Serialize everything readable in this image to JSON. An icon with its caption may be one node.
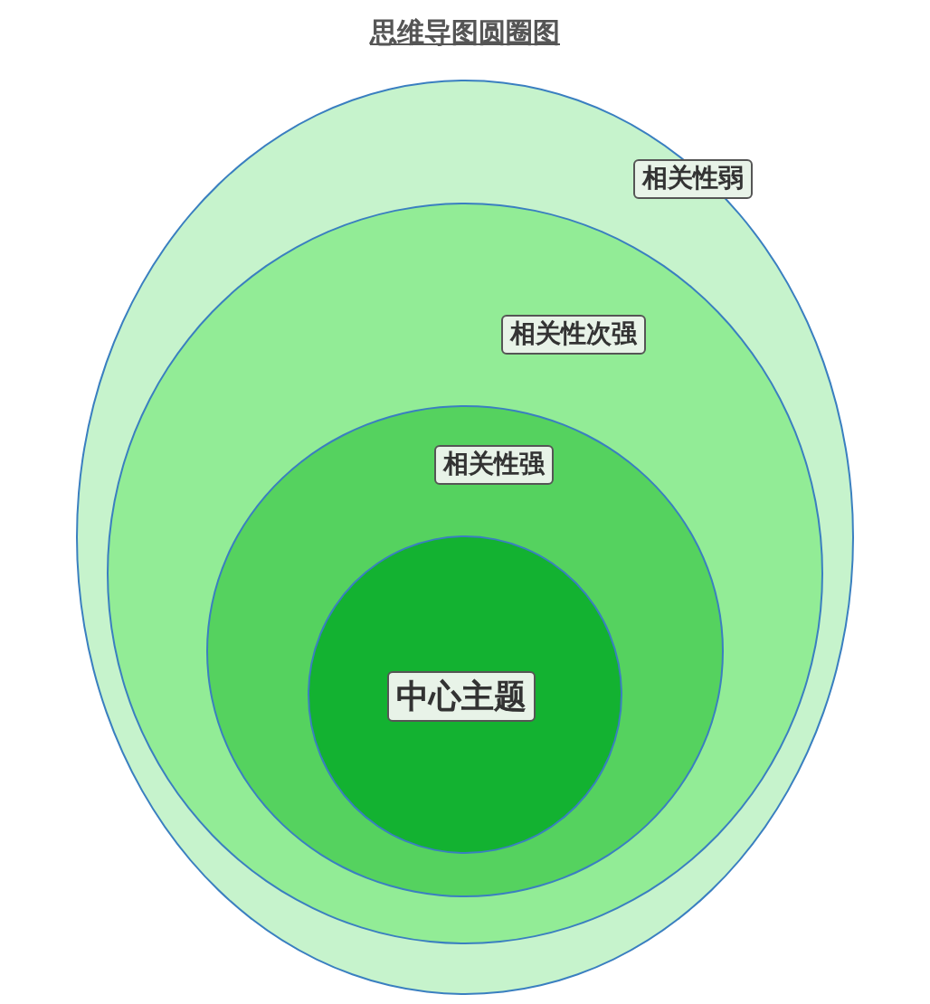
{
  "diagram": {
    "title": "思维导图圆圈图",
    "nodes": [
      {
        "text": [
          "相关性弱"
        ]
      },
      {
        "text": [
          "相关性次强"
        ],
        "in": 0
      },
      {
        "text": [
          "相关性强"
        ],
        "in": 1
      },
      {
        "text": [
          "中心主题"
        ],
        "in": 2
      }
    ]
  }
}
